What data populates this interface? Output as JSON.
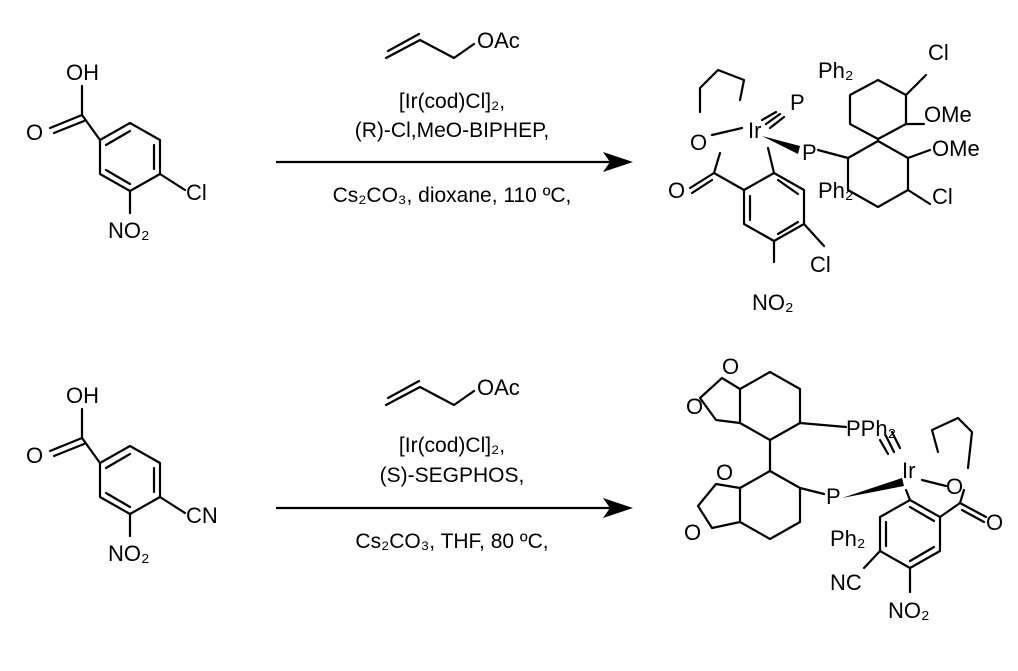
{
  "reactions": [
    {
      "substrate": {
        "acid": "OH",
        "carbonyl_o": "O",
        "substituent": "Cl",
        "nitro": "NO₂"
      },
      "reagent_top": "OAc",
      "conditions": [
        "[Ir(cod)Cl]₂,",
        "(R)-Cl,MeO-BIPHEP,",
        "Cs₂CO₃, dioxane, 110 ºC,"
      ],
      "product": {
        "o_ring": "O",
        "o_carbonyl": "O",
        "metal": "Ir",
        "p1": "P",
        "p2": "P",
        "ph2_top": "Ph₂",
        "ph2_bottom": "Ph₂",
        "cl_top": "Cl",
        "ome_1": "OMe",
        "ome_2": "OMe",
        "cl_lower": "Cl",
        "cl_aryl": "Cl",
        "nitro": "NO₂"
      }
    },
    {
      "substrate": {
        "acid": "OH",
        "carbonyl_o": "O",
        "substituent": "CN",
        "nitro": "NO₂"
      },
      "reagent_top": "OAc",
      "conditions": [
        "[Ir(cod)Cl]₂,",
        "(S)-SEGPHOS,",
        "Cs₂CO₃, THF, 80 ºC,"
      ],
      "product": {
        "o_top_1": "O",
        "o_top_2": "O",
        "o_bot_1": "O",
        "o_bot_2": "O",
        "pph2": "PPh₂",
        "p": "P",
        "ph2": "Ph₂",
        "metal": "Ir",
        "o_ring": "O",
        "o_carbonyl": "O",
        "nc": "NC",
        "nitro": "NO₂"
      }
    }
  ]
}
